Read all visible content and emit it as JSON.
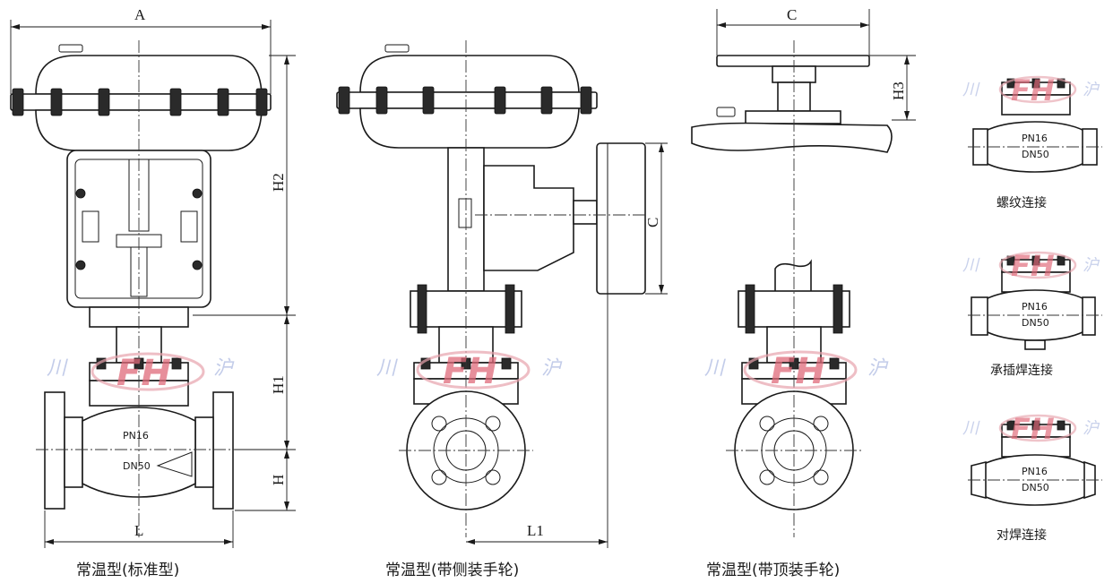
{
  "dimensions": {
    "A": "A",
    "C_top": "C",
    "C_side": "C",
    "H": "H",
    "H1": "H1",
    "H2": "H2",
    "H3": "H3",
    "L": "L",
    "L1": "L1"
  },
  "body_marks": {
    "pn": "PN16",
    "dn": "DN50"
  },
  "watermark": {
    "left": "川",
    "right": "沪"
  },
  "captions": {
    "standard": "常温型(标准型)",
    "side_handwheel": "常温型(带侧装手轮)",
    "top_handwheel": "常温型(带顶装手轮)"
  },
  "connections": [
    {
      "label": "螺纹连接"
    },
    {
      "label": "承插焊连接"
    },
    {
      "label": "对焊连接"
    }
  ]
}
